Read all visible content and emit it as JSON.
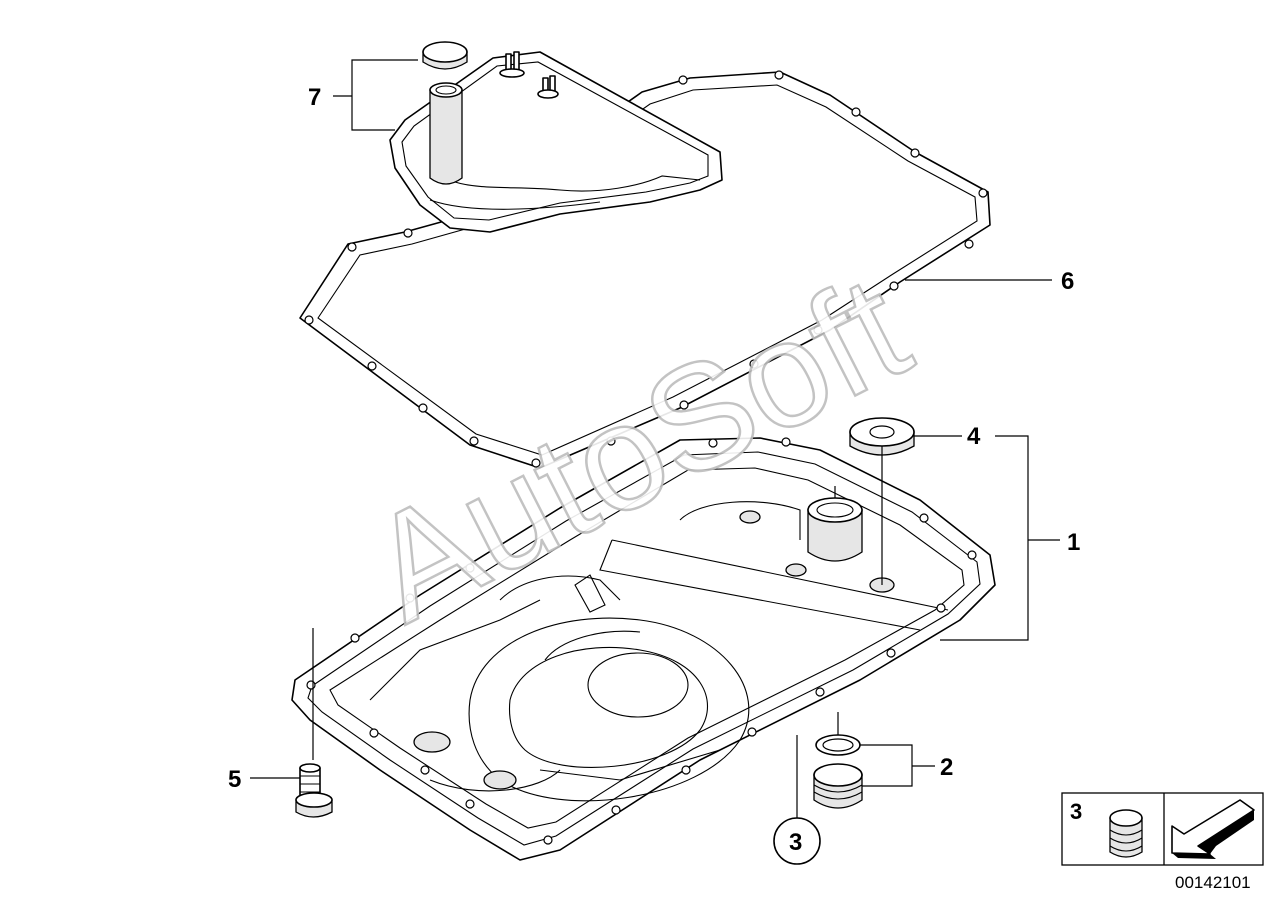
{
  "diagram": {
    "watermark": "AutoSoft",
    "callouts": [
      {
        "id": "callout-1",
        "label": "1"
      },
      {
        "id": "callout-2",
        "label": "2"
      },
      {
        "id": "callout-3",
        "label": "3"
      },
      {
        "id": "callout-4",
        "label": "4"
      },
      {
        "id": "callout-5",
        "label": "5"
      },
      {
        "id": "callout-6",
        "label": "6"
      },
      {
        "id": "callout-7",
        "label": "7"
      }
    ],
    "legend_box": {
      "label": "3"
    },
    "document_number": "00142101"
  }
}
